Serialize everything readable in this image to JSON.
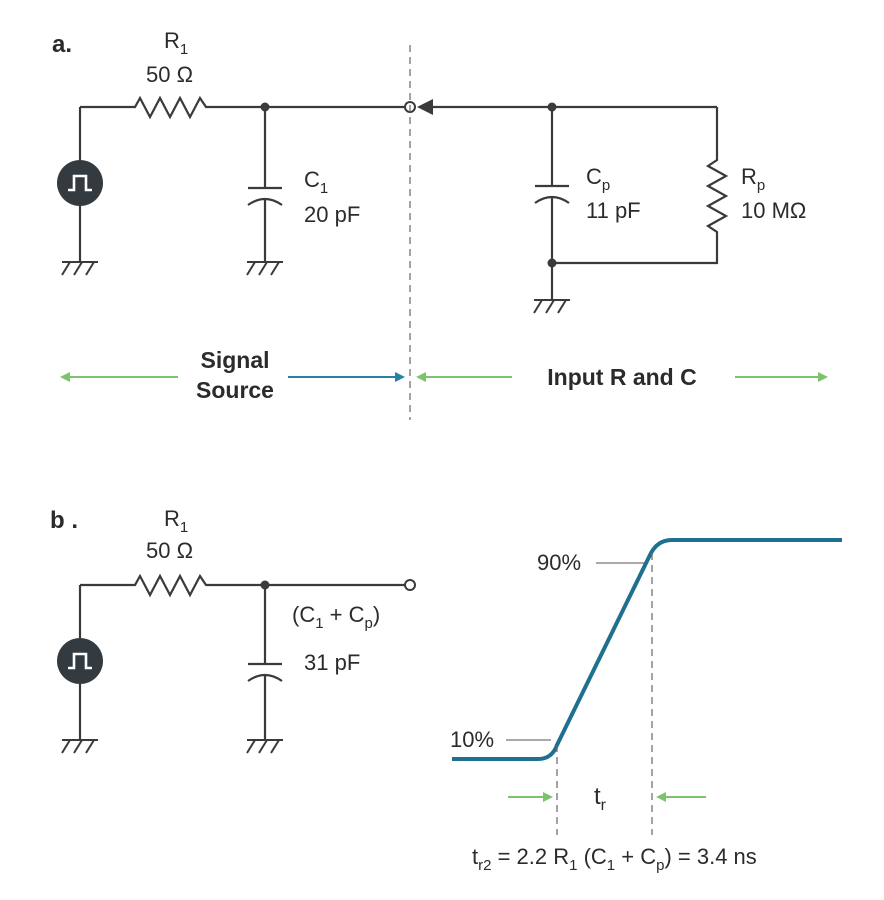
{
  "panel_a": {
    "label": "a.",
    "r1": {
      "name": "R",
      "sub": "1",
      "value": "50 Ω"
    },
    "c1": {
      "name": "C",
      "sub": "1",
      "value": "20 pF"
    },
    "cp": {
      "name": "C",
      "sub": "p",
      "value": "11 pF"
    },
    "rp": {
      "name": "R",
      "sub": "p",
      "value": "10 MΩ"
    },
    "signal_source": [
      "Signal",
      "Source"
    ],
    "input_rc": "Input R and C"
  },
  "panel_b": {
    "label": "b .",
    "r1": {
      "name": "R",
      "sub": "1",
      "value": "50 Ω"
    },
    "c_sum": {
      "open": "(C",
      "sub1": "1",
      "mid": " + C",
      "sub2": "p",
      "close": ")"
    },
    "c_value": "31 pF",
    "level_90": "90%",
    "level_10": "10%",
    "tr": {
      "name": "t",
      "sub": "r"
    },
    "formula": {
      "t": "t",
      "t_sub": "r2",
      "part1": " = 2.2 R",
      "r_sub": "1",
      "part2": " (C",
      "c1_sub": "1",
      "part3": " + C",
      "cp_sub": "p",
      "part4": ") = 3.4 ns"
    }
  },
  "colors": {
    "waveform": "#1f6f8f",
    "green_arrow": "#7cc36e",
    "blue_arrow": "#2a7fa5",
    "source_fill": "#333a40"
  }
}
